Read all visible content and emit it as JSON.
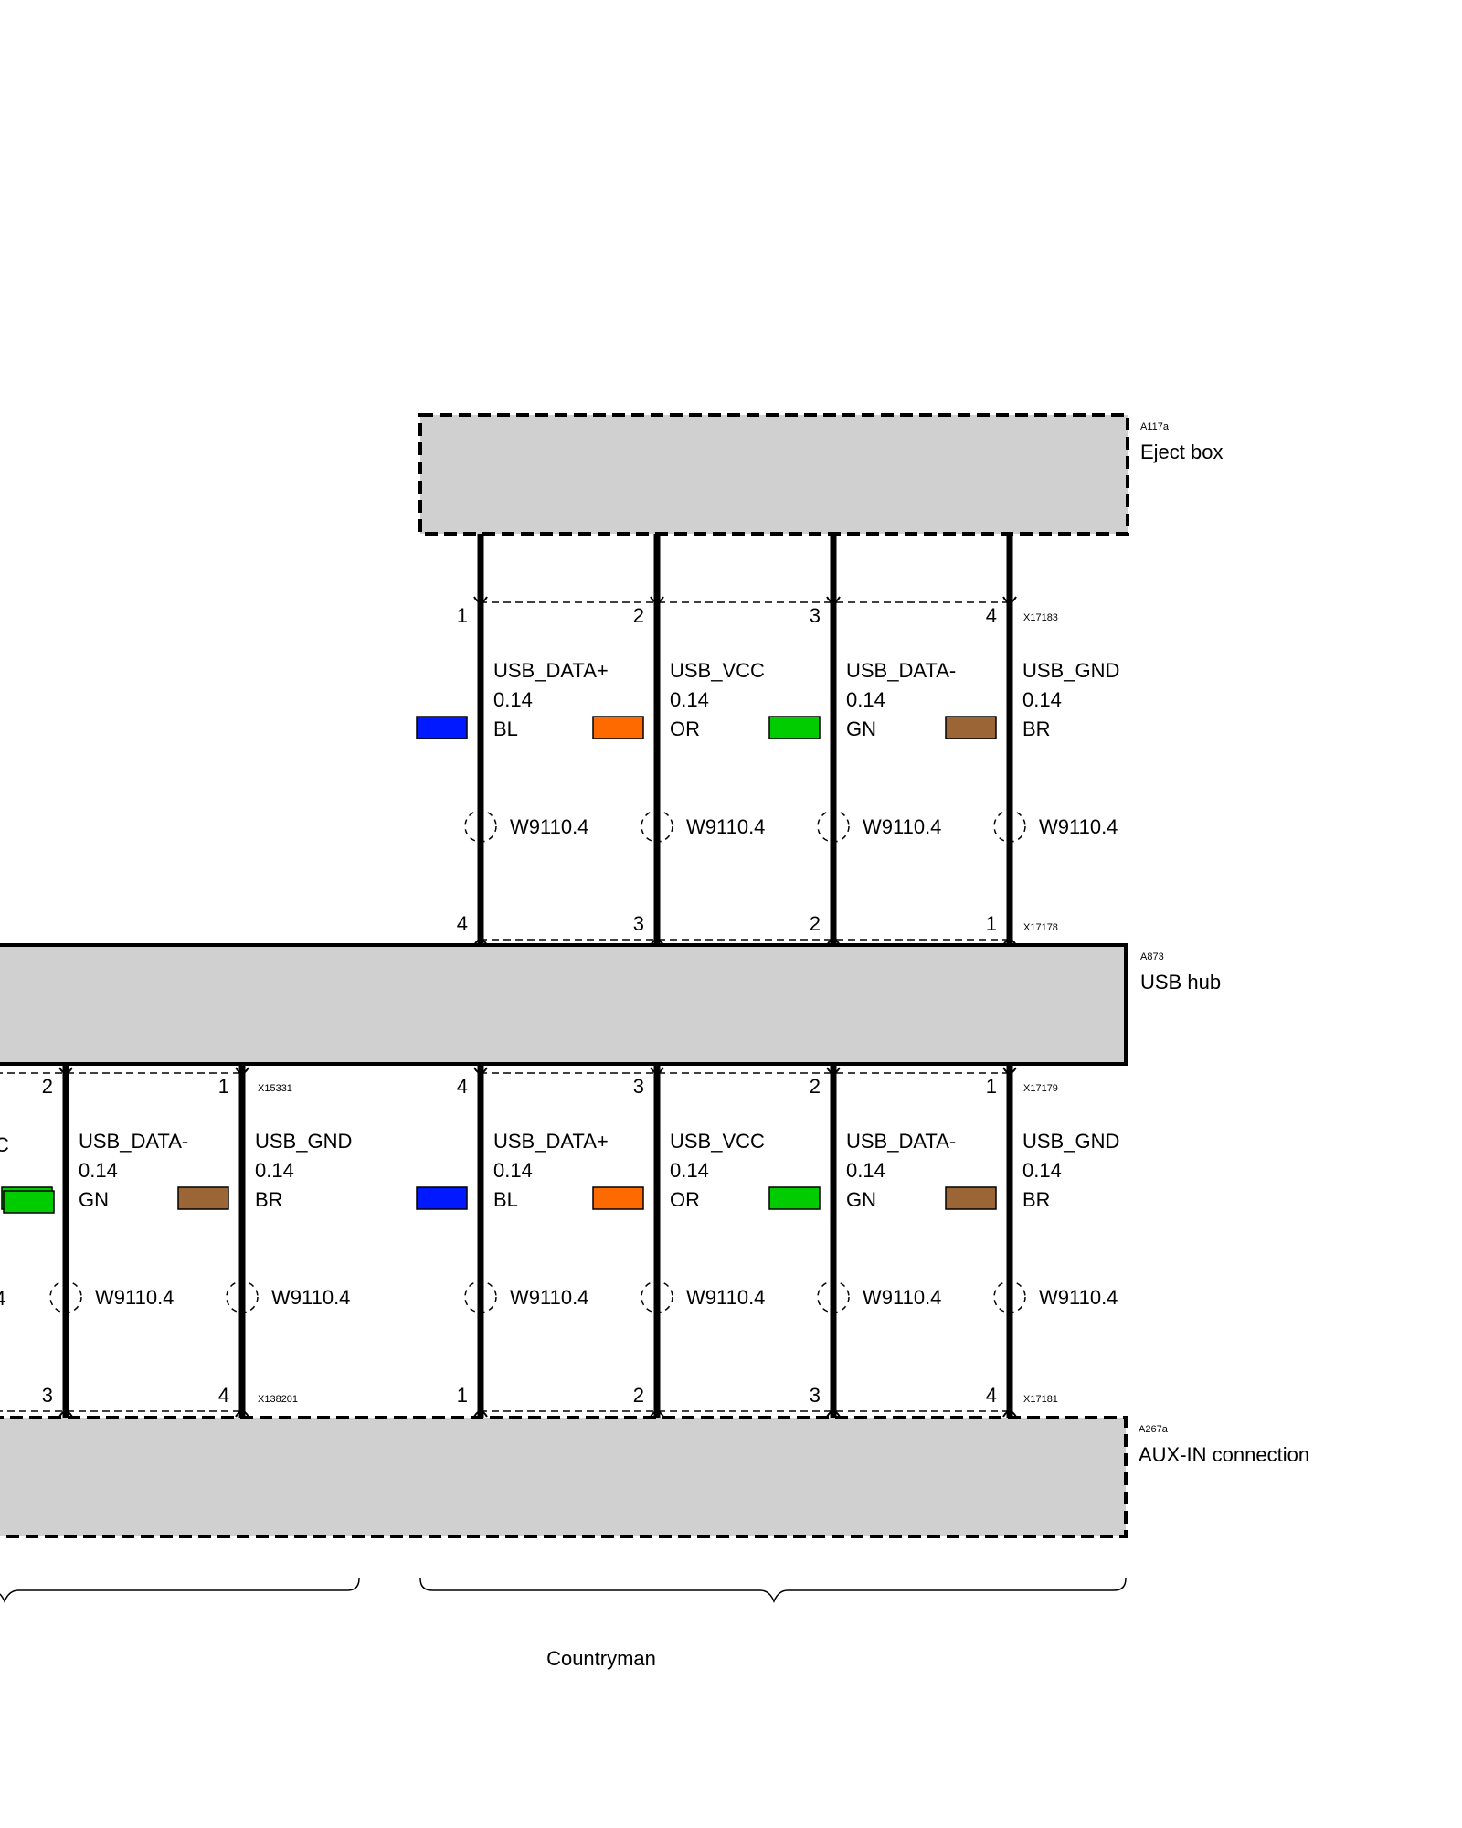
{
  "components": {
    "eject_box": {
      "code": "A117a",
      "name": "Eject box"
    },
    "usb_hub": {
      "code": "A873",
      "name": "USB hub"
    },
    "aux_in": {
      "code": "A267a",
      "name": "AUX-IN connection"
    }
  },
  "connectors": {
    "top_upper": "X17183",
    "top_lower": "X17178",
    "bottom_right_upper": "X17179",
    "bottom_right_lower": "X17181",
    "bottom_left_upper": "X15331",
    "bottom_left_lower": "X138201"
  },
  "top_wires": [
    {
      "signal": "USB_DATA+",
      "gauge": "0.14",
      "color_code": "BL",
      "color": "#0019ff",
      "pin_top": "1",
      "pin_bottom": "4",
      "shield": "W9110.4"
    },
    {
      "signal": "USB_VCC",
      "gauge": "0.14",
      "color_code": "OR",
      "color": "#ff6a00",
      "pin_top": "2",
      "pin_bottom": "3",
      "shield": "W9110.4"
    },
    {
      "signal": "USB_DATA-",
      "gauge": "0.14",
      "color_code": "GN",
      "color": "#00cc00",
      "pin_top": "3",
      "pin_bottom": "2",
      "shield": "W9110.4"
    },
    {
      "signal": "USB_GND",
      "gauge": "0.14",
      "color_code": "BR",
      "color": "#9c6535",
      "pin_top": "4",
      "pin_bottom": "1",
      "shield": "W9110.4"
    }
  ],
  "bottom_right_wires": [
    {
      "signal": "USB_DATA+",
      "gauge": "0.14",
      "color_code": "BL",
      "color": "#0019ff",
      "pin_top": "4",
      "pin_bottom": "1",
      "shield": "W9110.4"
    },
    {
      "signal": "USB_VCC",
      "gauge": "0.14",
      "color_code": "OR",
      "color": "#ff6a00",
      "pin_top": "3",
      "pin_bottom": "2",
      "shield": "W9110.4"
    },
    {
      "signal": "USB_DATA-",
      "gauge": "0.14",
      "color_code": "GN",
      "color": "#00cc00",
      "pin_top": "2",
      "pin_bottom": "3",
      "shield": "W9110.4"
    },
    {
      "signal": "USB_GND",
      "gauge": "0.14",
      "color_code": "BR",
      "color": "#9c6535",
      "pin_top": "1",
      "pin_bottom": "4",
      "shield": "W9110.4"
    }
  ],
  "bottom_left_wires": [
    {
      "signal": "USB_DATA-",
      "gauge": "0.14",
      "color_code": "GN",
      "color": "#00cc00",
      "pin_top": "2",
      "pin_bottom": "3",
      "shield": "W9110.4"
    },
    {
      "signal": "USB_GND",
      "gauge": "0.14",
      "color_code": "BR",
      "color": "#9c6535",
      "pin_top": "1",
      "pin_bottom": "4",
      "shield": "W9110.4"
    }
  ],
  "cut_off_fragments": {
    "signal_tail": "C",
    "shield_tail": "4"
  },
  "variant_label": "Countryman"
}
